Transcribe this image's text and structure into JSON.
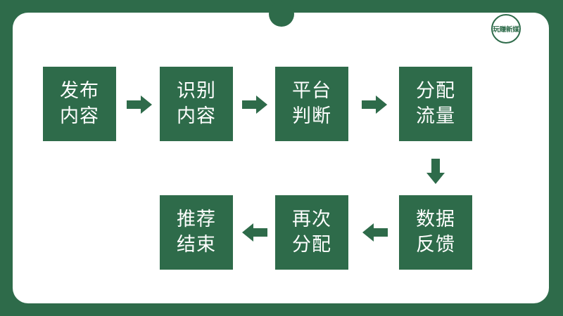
{
  "brand": {
    "logo_text": "玩赚新媒",
    "primary_color": "#2e6b4a",
    "background_color": "#ffffff"
  },
  "flow": {
    "steps": [
      {
        "id": "publish",
        "line1": "发布",
        "line2": "内容"
      },
      {
        "id": "identify",
        "line1": "识别",
        "line2": "内容"
      },
      {
        "id": "judge",
        "line1": "平台",
        "line2": "判断"
      },
      {
        "id": "distribute",
        "line1": "分配",
        "line2": "流量"
      },
      {
        "id": "feedback",
        "line1": "数据",
        "line2": "反馈"
      },
      {
        "id": "redistribute",
        "line1": "再次",
        "line2": "分配"
      },
      {
        "id": "end",
        "line1": "推荐",
        "line2": "结束"
      }
    ],
    "arrows": [
      {
        "from": "publish",
        "to": "identify",
        "direction": "right"
      },
      {
        "from": "identify",
        "to": "judge",
        "direction": "right"
      },
      {
        "from": "judge",
        "to": "distribute",
        "direction": "right"
      },
      {
        "from": "distribute",
        "to": "feedback",
        "direction": "down"
      },
      {
        "from": "feedback",
        "to": "redistribute",
        "direction": "left"
      },
      {
        "from": "redistribute",
        "to": "end",
        "direction": "left"
      }
    ]
  }
}
